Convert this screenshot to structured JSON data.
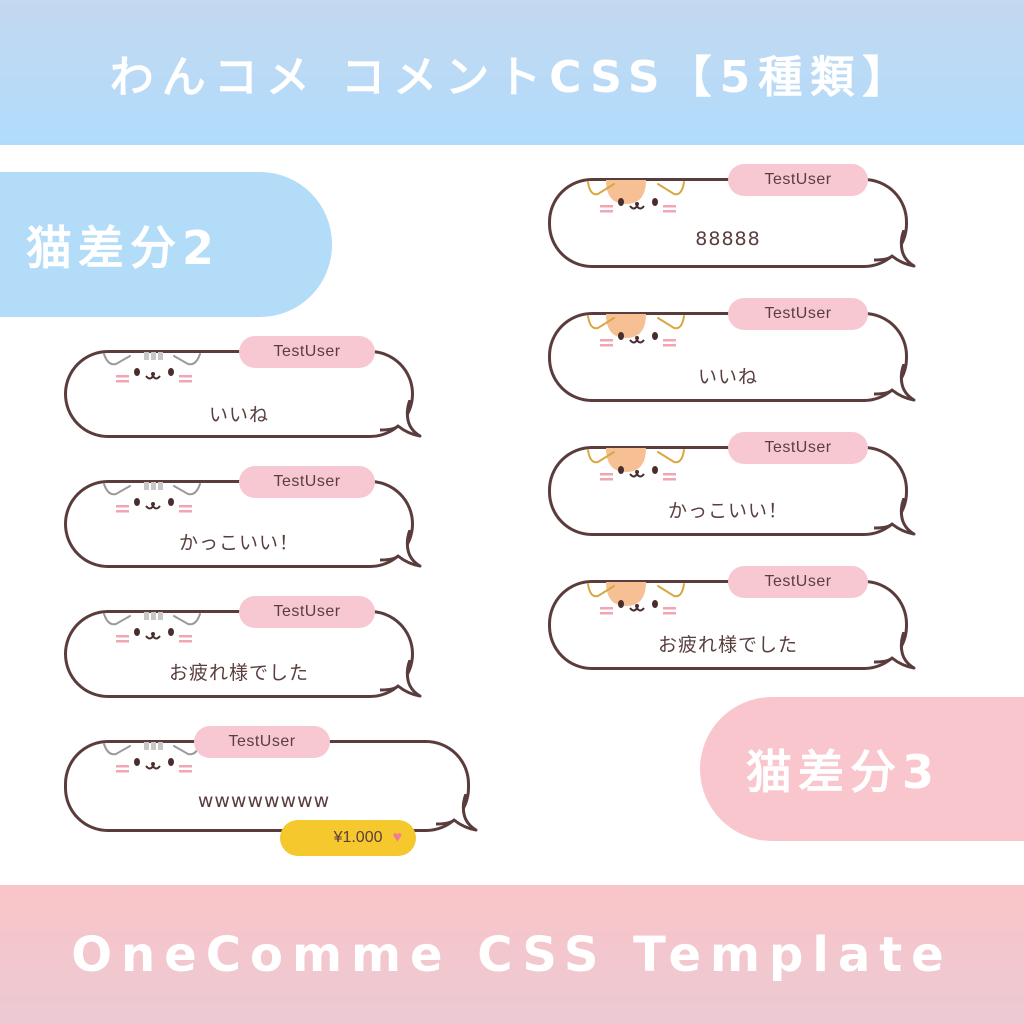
{
  "header": {
    "title": "わんコメ コメントCSS【5種類】",
    "bg_top": "#c4d8ef",
    "bg_bottom": "#b0dcfc"
  },
  "footer": {
    "title": "OneComme CSS Template",
    "bg_top": "#f9c5c8",
    "bg_bottom": "#ecc9d3"
  },
  "variants": [
    {
      "label": "猫差分2",
      "color": "#b3dcf8",
      "cat_style": "gray-tabby"
    },
    {
      "label": "猫差分3",
      "color": "#f8c6cc",
      "cat_style": "orange-patch"
    }
  ],
  "left_column": {
    "comments": [
      {
        "user": "TestUser",
        "text": "いいね"
      },
      {
        "user": "TestUser",
        "text": "かっこいい！"
      },
      {
        "user": "TestUser",
        "text": "お疲れ様でした"
      },
      {
        "user": "TestUser",
        "text": "wwwwwwww",
        "donation": {
          "amount": "¥1.000",
          "icon": "heart-icon"
        }
      }
    ]
  },
  "right_column": {
    "comments": [
      {
        "user": "TestUser",
        "text": "88888"
      },
      {
        "user": "TestUser",
        "text": "いいね"
      },
      {
        "user": "TestUser",
        "text": "かっこいい！"
      },
      {
        "user": "TestUser",
        "text": "お疲れ様でした"
      }
    ]
  },
  "colors": {
    "bubble_border": "#5b3c3c",
    "name_tag": "#f8c8d2",
    "donation": "#f5c82e",
    "heart": "#f07c94",
    "blush": "#f2a6b4"
  }
}
